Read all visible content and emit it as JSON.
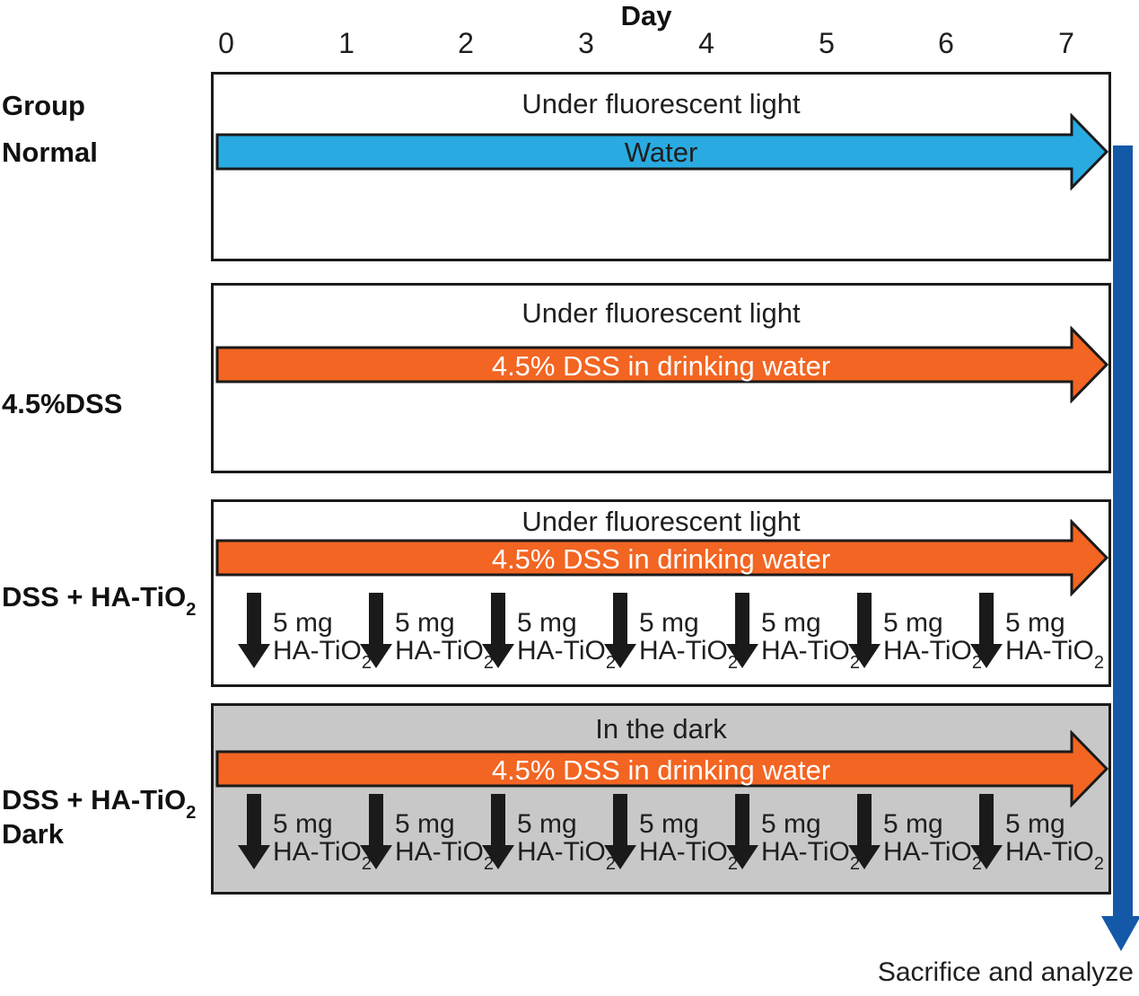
{
  "day_axis": {
    "title": "Day",
    "ticks": [
      "0",
      "1",
      "2",
      "3",
      "4",
      "5",
      "6",
      "7"
    ]
  },
  "colors": {
    "light_blue": "#29ABE2",
    "orange": "#F26522",
    "dark_blue": "#1459A8",
    "ink": "#1a1a1a",
    "panel_gray": "#C8C8C8"
  },
  "groups": [
    {
      "label_line1": "Group",
      "label_line2": "Normal",
      "condition": "Under fluorescent light",
      "arrow_label": "Water"
    },
    {
      "label_line1": "4.5%DSS",
      "condition": "Under fluorescent light",
      "arrow_label": "4.5% DSS in drinking water"
    },
    {
      "label_main": "DSS + HA-TiO",
      "label_sub": "2",
      "condition": "Under fluorescent light",
      "arrow_label": "4.5% DSS in drinking water"
    },
    {
      "label_main": "DSS + HA-TiO",
      "label_sub": "2",
      "label_line2": "Dark",
      "condition": "In the dark",
      "arrow_label": "4.5% DSS in drinking water"
    }
  ],
  "injection": {
    "line1": "5 mg",
    "line2_main": "HA-TiO",
    "line2_sub": "2"
  },
  "outcome_label": "Sacrifice and analyze"
}
